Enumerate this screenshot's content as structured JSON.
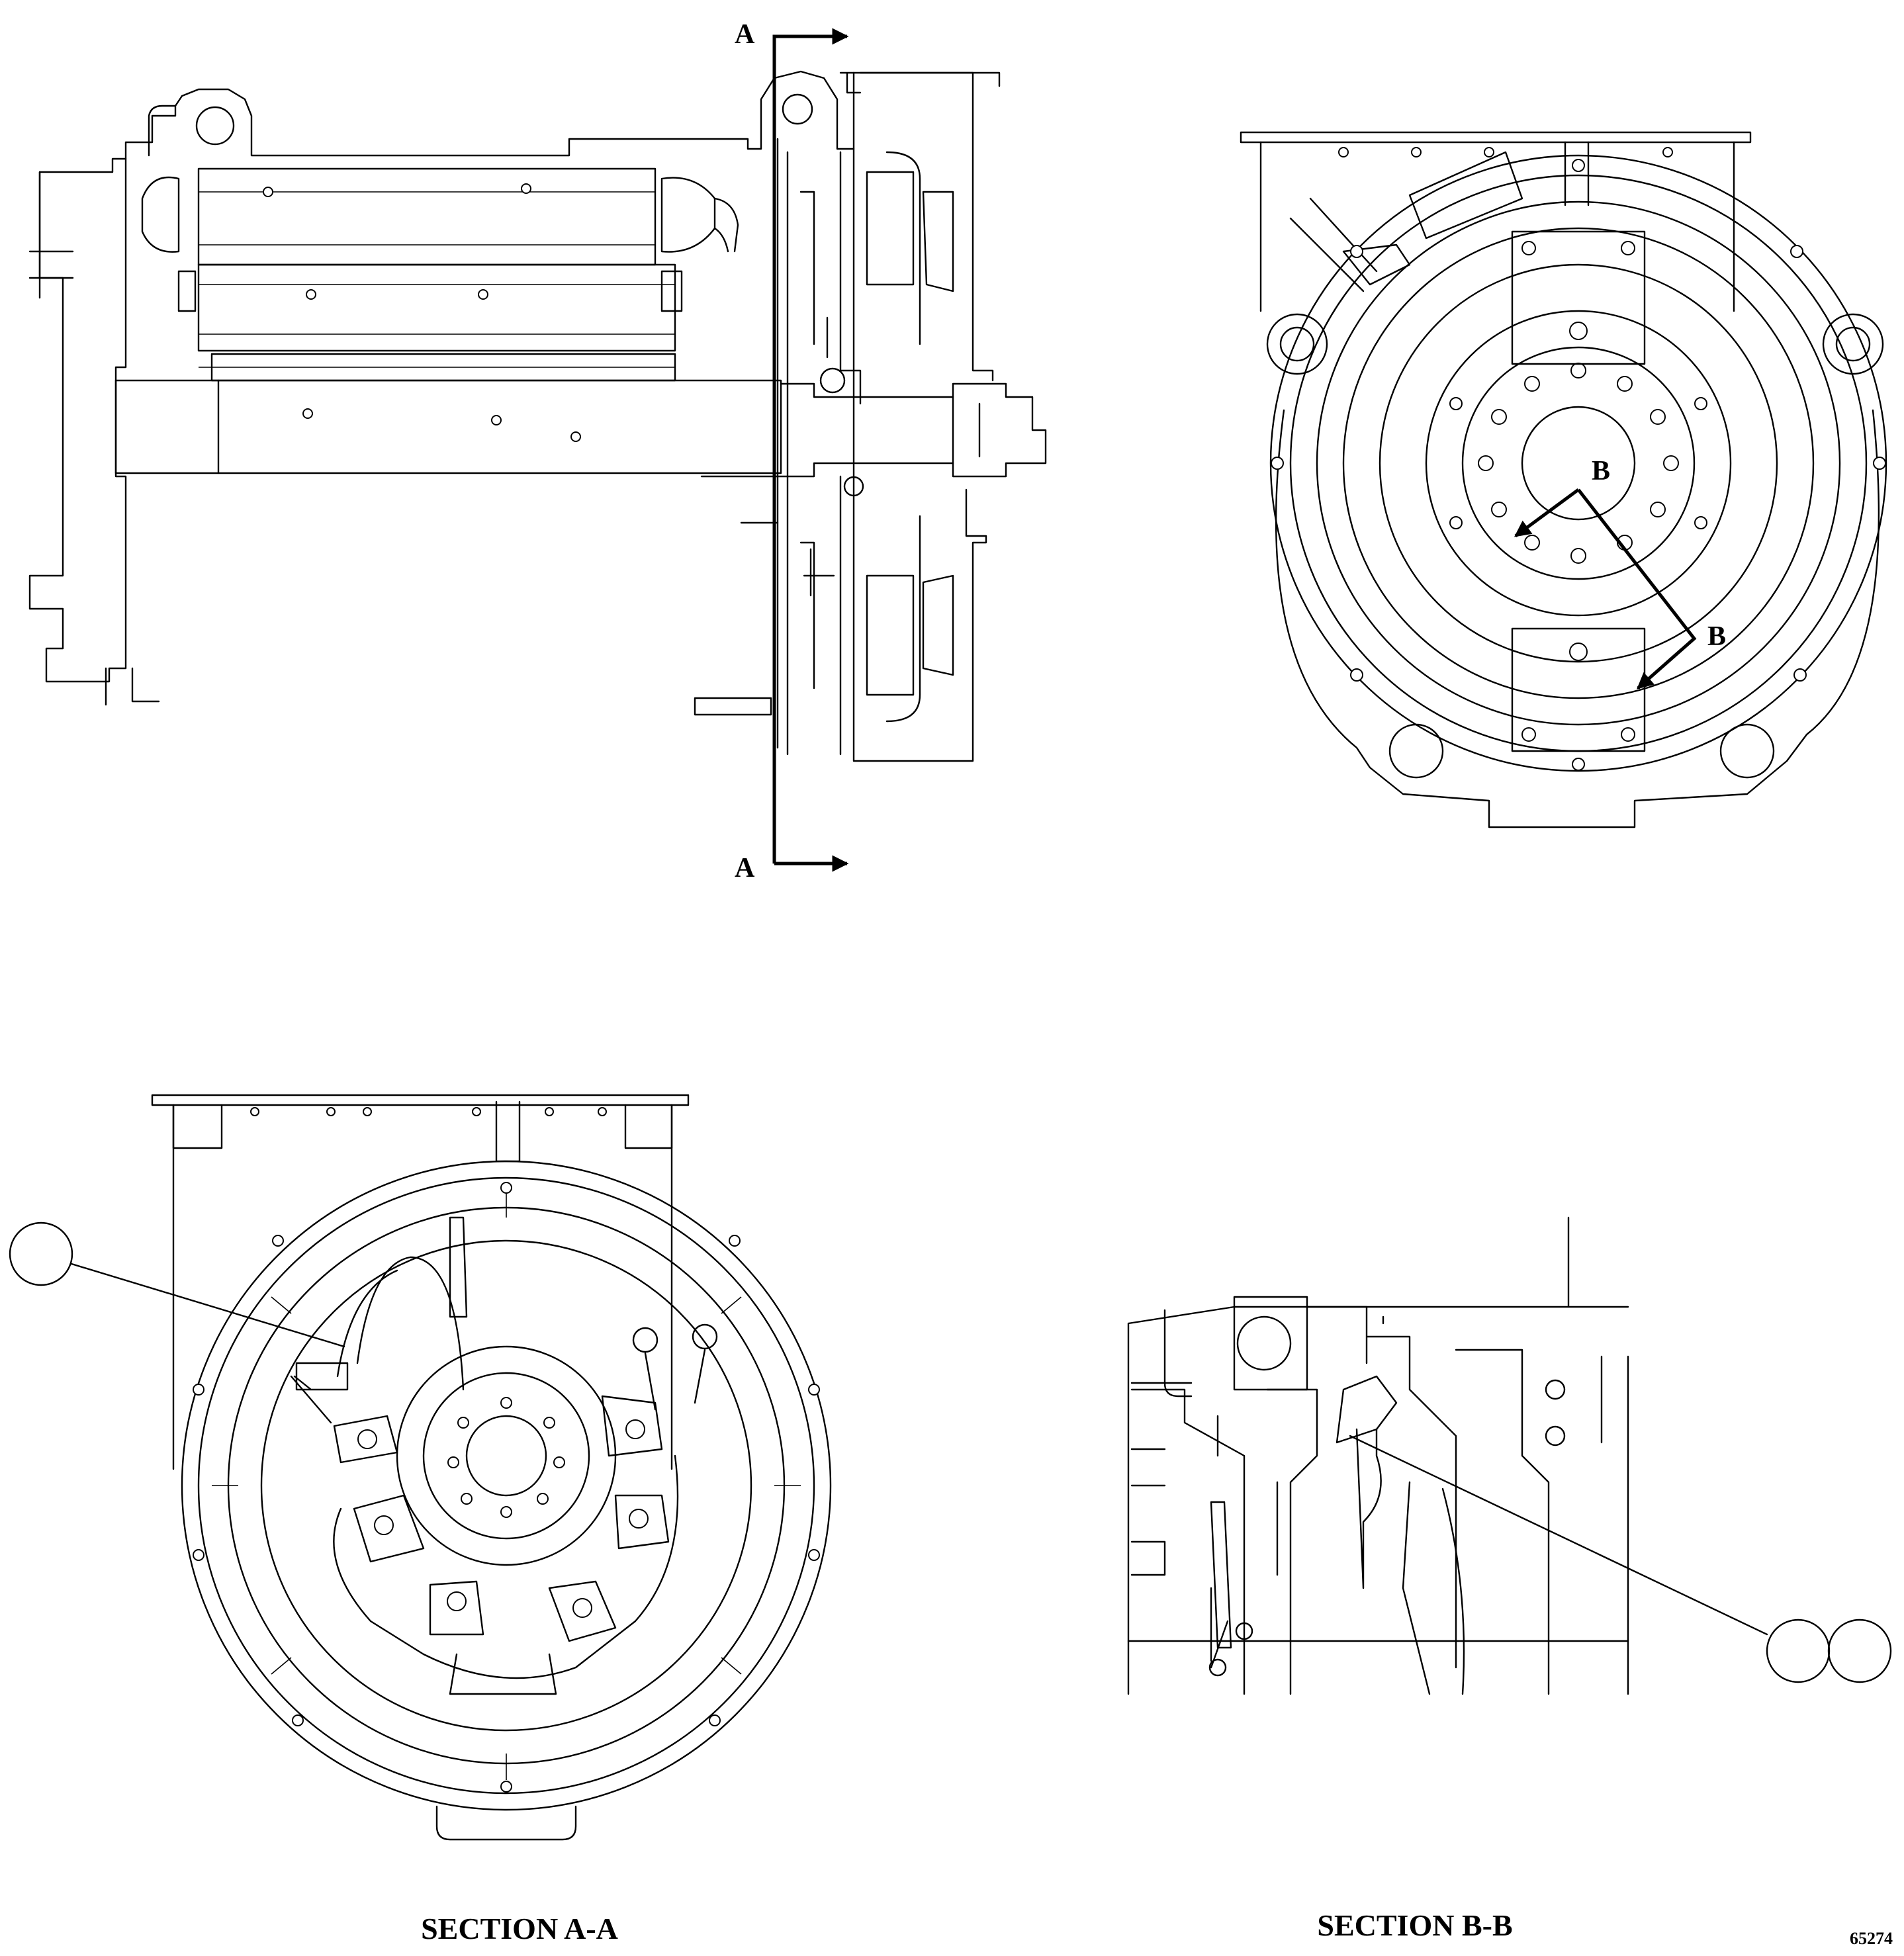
{
  "side_view": {
    "cut_label_top": "A",
    "cut_label_bottom": "A"
  },
  "end_view": {
    "cut_label_start": "B",
    "cut_label_end": "B"
  },
  "section_a": {
    "title": "SECTION A-A"
  },
  "section_b": {
    "title": "SECTION B-B"
  },
  "figure_number": "65274"
}
